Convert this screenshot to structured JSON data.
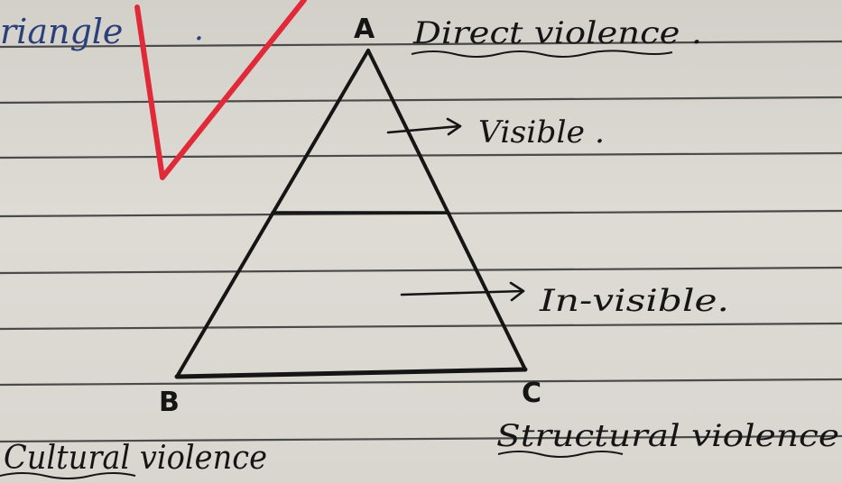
{
  "page": {
    "top_left_word": "riangle",
    "top_left_dot": ".",
    "vertex_a": "A",
    "vertex_b": "B",
    "vertex_c": "C",
    "label_a": "Direct violence .",
    "label_visible": "Visible .",
    "label_invisible": "In-visible.",
    "label_b": "Cultural violence",
    "label_c": "Structural violence"
  },
  "colors": {
    "paper": "#d8d5cf",
    "rule_line": "#4a4a4a",
    "ink_black": "#151515",
    "ink_blue": "#2b3f7a",
    "tick_red": "#e02a3a"
  },
  "icons": {
    "tick": "red-check-mark",
    "arrow": "right-arrow"
  }
}
